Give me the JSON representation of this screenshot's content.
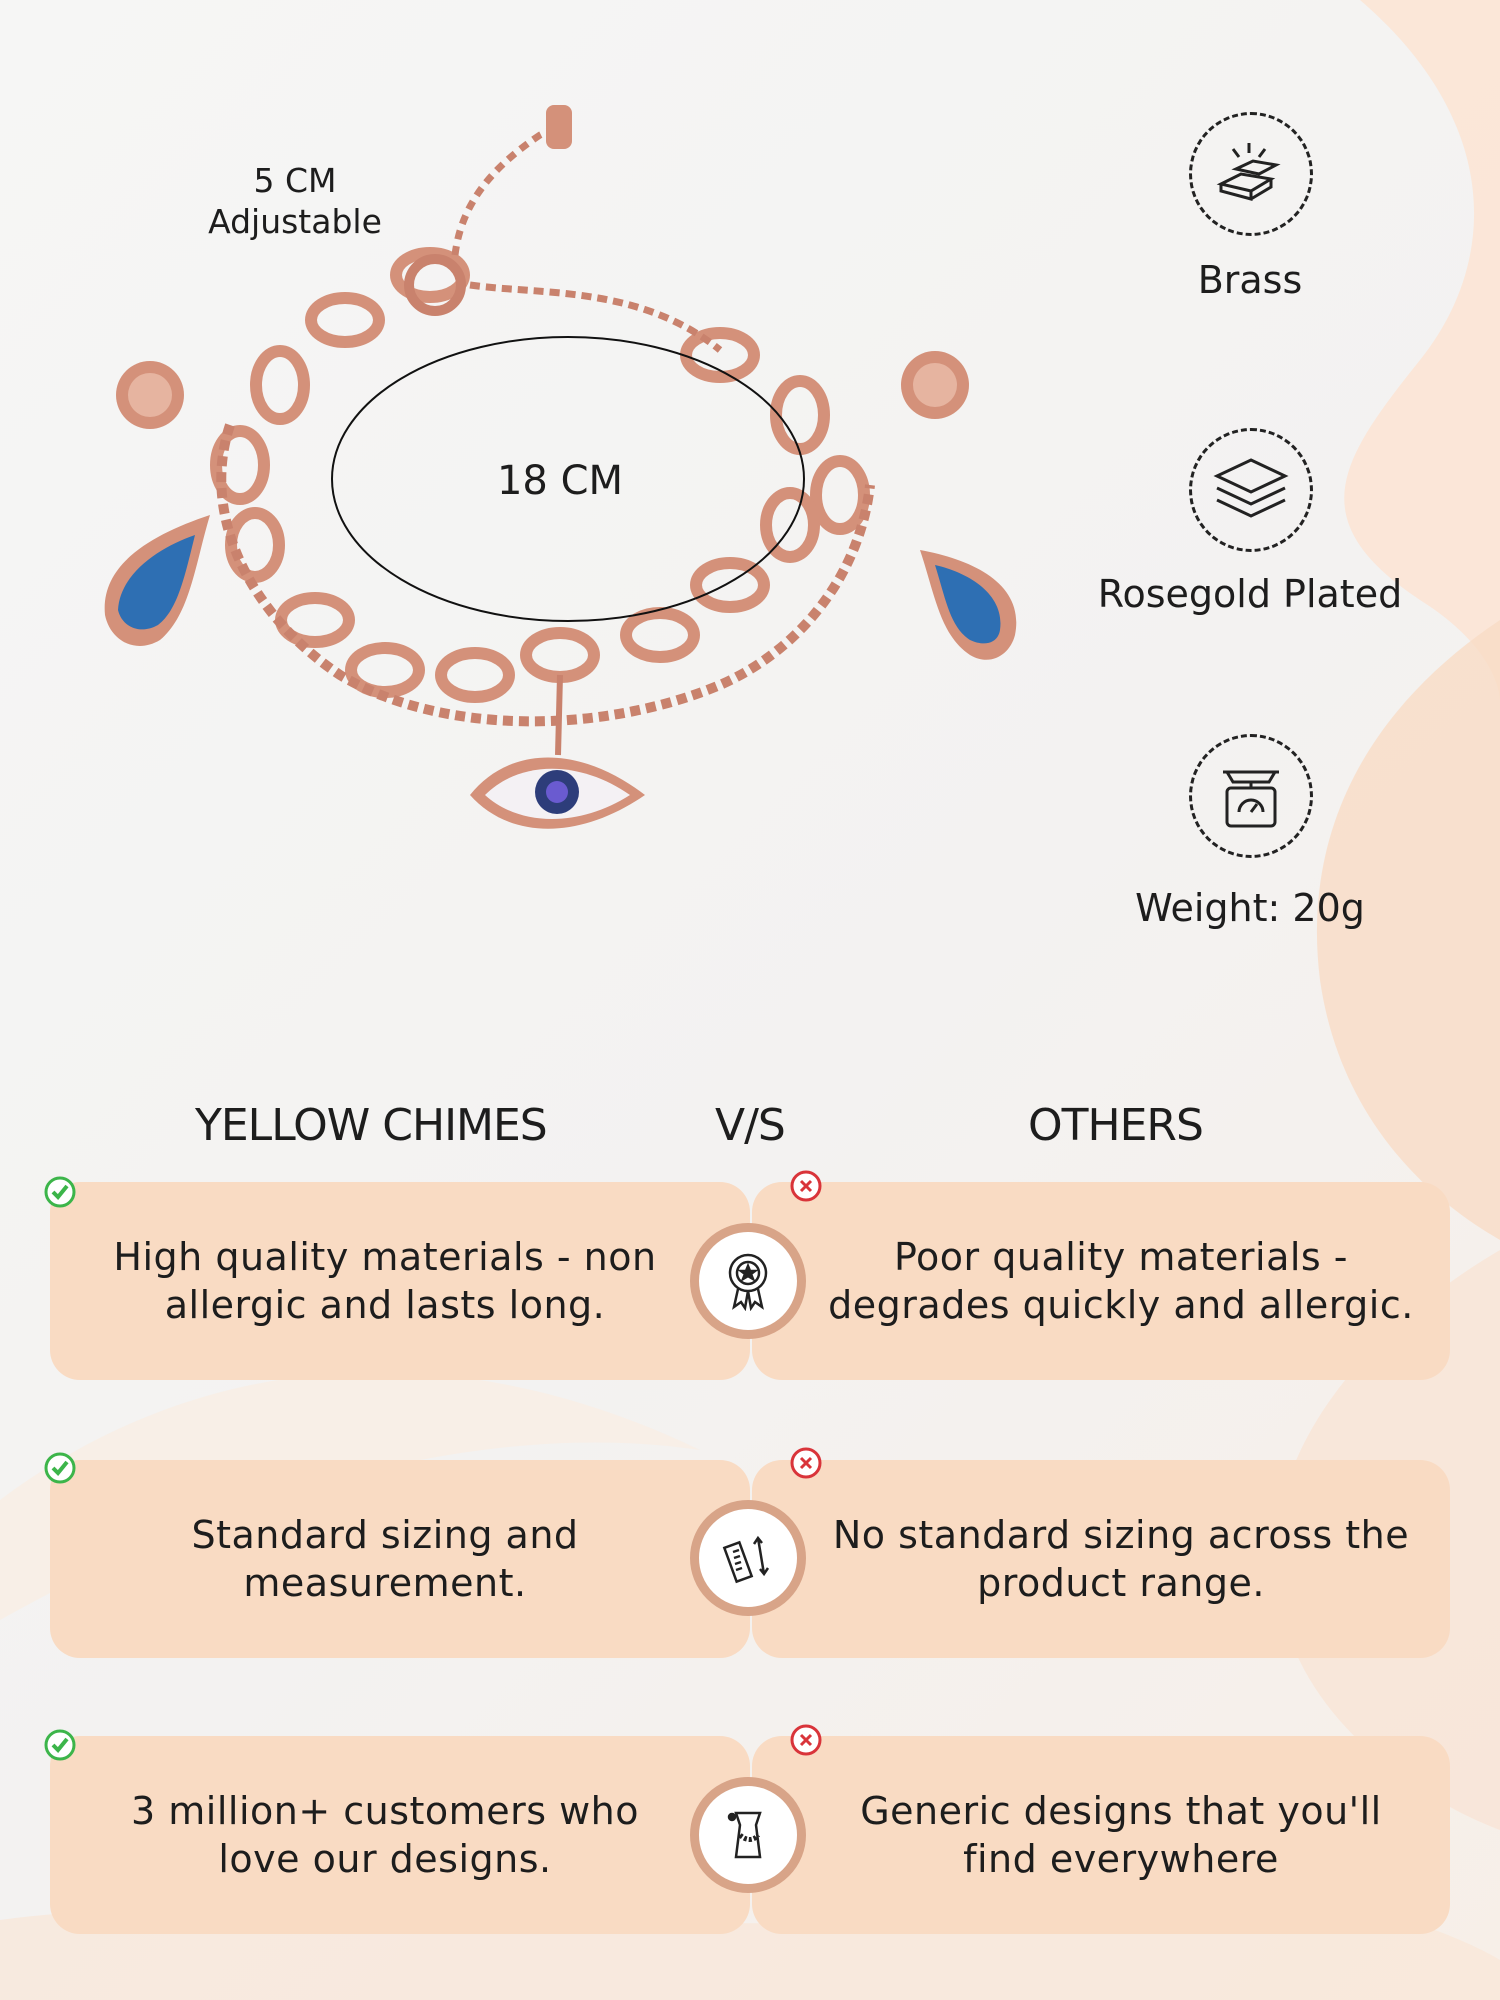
{
  "product": {
    "adjustable_size": "5 CM",
    "adjustable_word": "Adjustable",
    "diameter_label": "18 CM"
  },
  "features": [
    {
      "label": "Brass",
      "icon": "gold-bars-icon"
    },
    {
      "label": "Rosegold Plated",
      "icon": "layers-icon"
    },
    {
      "label": "Weight: 20g",
      "icon": "scale-icon"
    }
  ],
  "comparison": {
    "brand_header": "YELLOW CHIMES",
    "vs_header": "V/S",
    "others_header": "OTHERS",
    "rows": [
      {
        "ours": "High quality materials - non allergic and lasts long.",
        "others": "Poor quality materials - degrades quickly and allergic.",
        "icon": "quality-badge-icon"
      },
      {
        "ours": "Standard sizing and measurement.",
        "others": "No standard sizing across the product range.",
        "icon": "ruler-icon"
      },
      {
        "ours": "3 million+ customers who love our designs.",
        "others": "Generic designs that you'll find everywhere",
        "icon": "bracelet-hand-icon"
      }
    ]
  },
  "colors": {
    "card": "#f9dbc3",
    "ring": "#d8a488",
    "check": "#3cb54a",
    "cross": "#d9343a",
    "rosegold": "#d4917a",
    "stone": "#2e6fb3"
  }
}
